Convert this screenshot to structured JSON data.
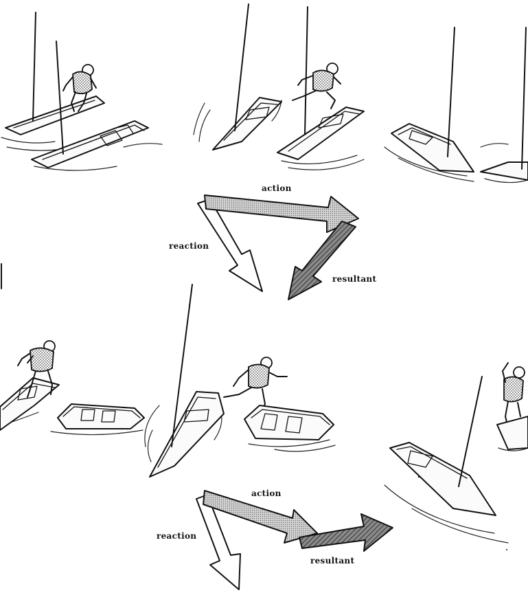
{
  "top_diagram": {
    "action_label": "action",
    "reaction_label": "reaction",
    "resultant_label": "resultant"
  },
  "bottom_diagram": {
    "action_label": "action",
    "reaction_label": "reaction",
    "resultant_label": "resultant"
  },
  "colors": {
    "ink": "#111111",
    "arrow_action_fill": "#bdbdbd",
    "arrow_resultant_fill": "#777777",
    "arrow_reaction_fill": "#ffffff",
    "figure_dots": "#555555",
    "background": "#ffffff"
  },
  "icons": [
    "sailboat",
    "rowboat",
    "sailor-figure",
    "force-arrow"
  ]
}
